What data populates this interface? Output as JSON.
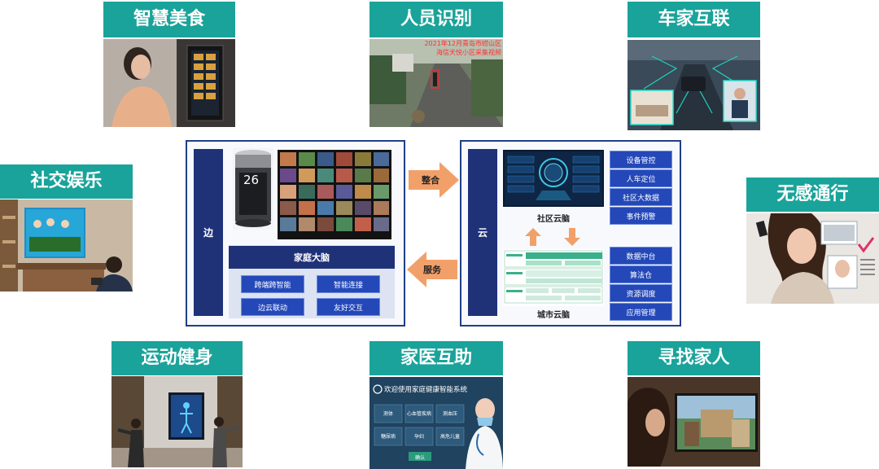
{
  "cards": {
    "food": "智慧美食",
    "person_recognition": "人员识别",
    "car_home": "车家互联",
    "social": "社交娱乐",
    "seamless": "无感通行",
    "fitness": "运动健身",
    "home_medical": "家医互助",
    "find_family": "寻找家人"
  },
  "person_overlay": {
    "line1": "2021年12月青岛市崂山区",
    "line2": "海信天悦小区采集视频"
  },
  "edge": {
    "side_label": "边",
    "device_temp": "26",
    "brain_label": "家庭大脑",
    "buttons": [
      "跨端跨智能",
      "智能连接",
      "边云联动",
      "友好交互"
    ]
  },
  "cloud": {
    "side_label": "云",
    "community_brain": "社区云脑",
    "city_brain": "城市云脑",
    "community_items": [
      "设备管控",
      "人车定位",
      "社区大数据",
      "事件预警"
    ],
    "city_items": [
      "数据中台",
      "算法仓",
      "资源调度",
      "应用管理"
    ]
  },
  "arrows": {
    "integrate": "整合",
    "service": "服务"
  },
  "medical_screen": {
    "welcome": "欢迎使用家庭健康智能系统",
    "tiles": [
      "测体",
      "心血管疾病",
      "测血压",
      "糖尿病",
      "孕妇",
      "高危儿童"
    ],
    "button": "确认"
  },
  "colors": {
    "teal": "#1aa39a",
    "navy": "#1f3278",
    "blue": "#2448b8",
    "arrow": "#f2a06a"
  }
}
